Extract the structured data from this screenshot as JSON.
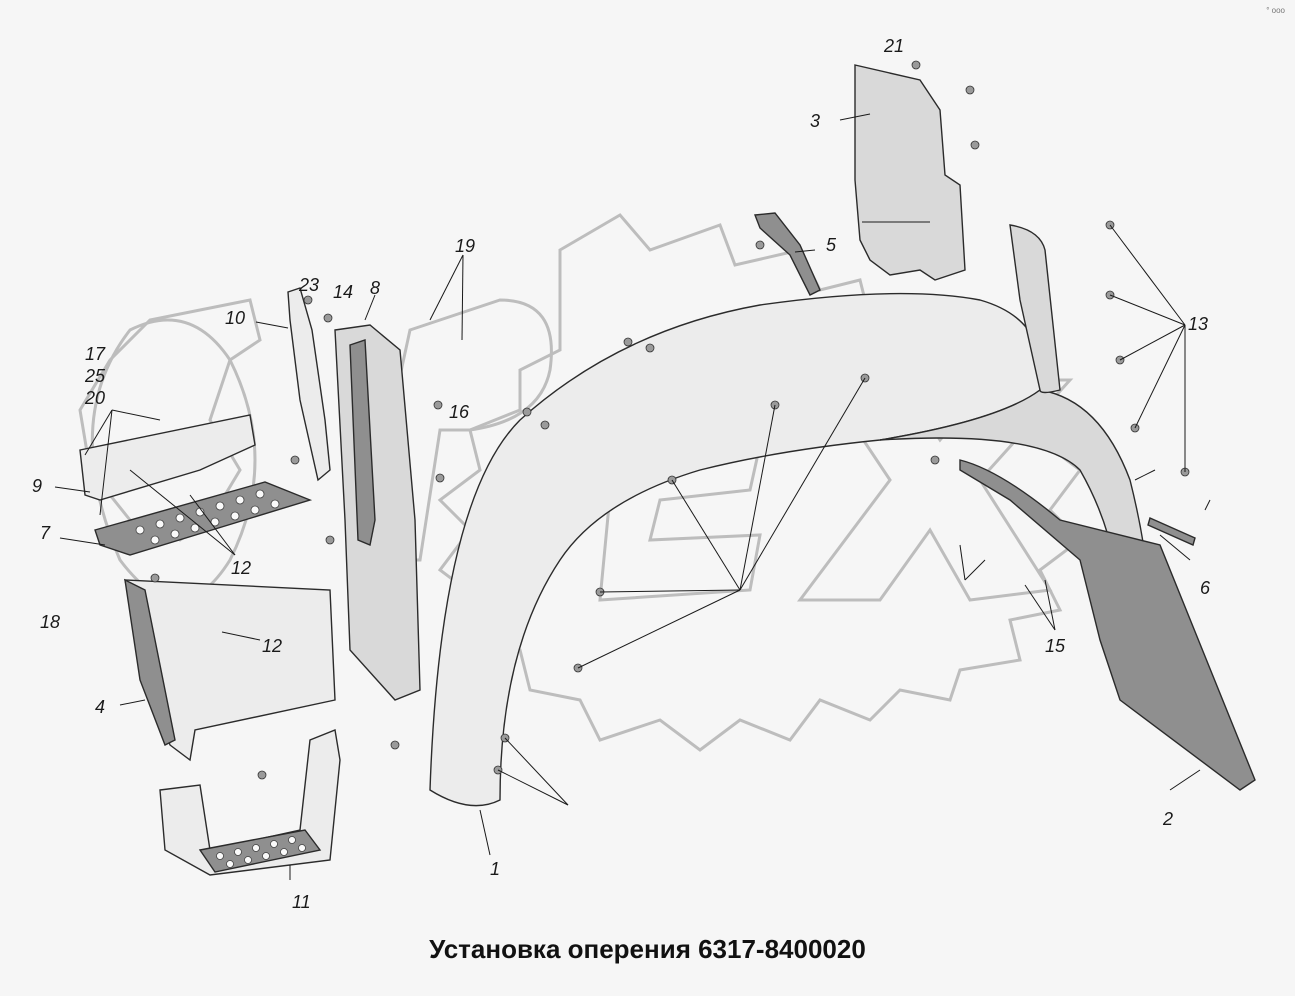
{
  "title": "Установка оперения 6317-8400020",
  "corner_mark": "° ooo",
  "watermark": "OPEX",
  "callouts": [
    {
      "id": "lbl-1",
      "text": "1"
    },
    {
      "id": "lbl-2",
      "text": "2"
    },
    {
      "id": "lbl-3",
      "text": "3"
    },
    {
      "id": "lbl-4",
      "text": "4"
    },
    {
      "id": "lbl-5",
      "text": "5"
    },
    {
      "id": "lbl-6",
      "text": "6"
    },
    {
      "id": "lbl-7",
      "text": "7"
    },
    {
      "id": "lbl-8",
      "text": "8"
    },
    {
      "id": "lbl-9",
      "text": "9"
    },
    {
      "id": "lbl-10",
      "text": "10"
    },
    {
      "id": "lbl-11",
      "text": "11"
    },
    {
      "id": "lbl-12a",
      "text": "12"
    },
    {
      "id": "lbl-12b",
      "text": "12"
    },
    {
      "id": "lbl-13",
      "text": "13"
    },
    {
      "id": "lbl-14",
      "text": "14"
    },
    {
      "id": "lbl-15",
      "text": "15"
    },
    {
      "id": "lbl-16",
      "text": "16"
    },
    {
      "id": "lbl-17",
      "text": "17"
    },
    {
      "id": "lbl-18",
      "text": "18"
    },
    {
      "id": "lbl-19",
      "text": "19"
    },
    {
      "id": "lbl-20",
      "text": "20"
    },
    {
      "id": "lbl-21",
      "text": "21"
    },
    {
      "id": "lbl-23",
      "text": "23"
    },
    {
      "id": "lbl-25",
      "text": "25"
    }
  ]
}
